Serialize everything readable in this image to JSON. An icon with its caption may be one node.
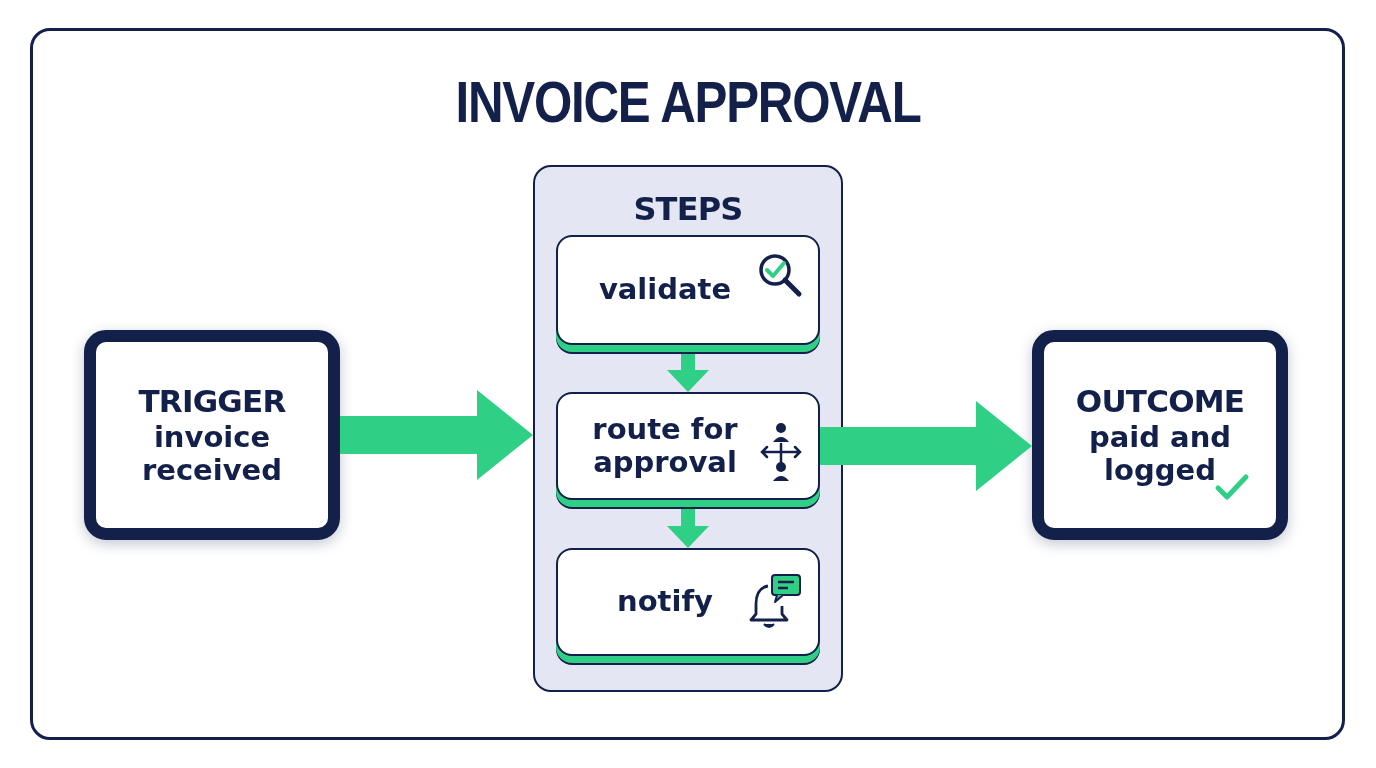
{
  "diagram": {
    "title": "INVOICE APPROVAL",
    "nodes": [
      {
        "text": [
          "TRIGGER",
          "invoice received"
        ]
      },
      {
        "text": [
          "STEPS"
        ]
      },
      {
        "text": [
          "validate"
        ],
        "in": 1
      },
      {
        "text": [
          "route for approval"
        ],
        "in": 1
      },
      {
        "text": [
          "notify"
        ],
        "in": 1
      },
      {
        "text": [
          "OUTCOME",
          "paid and logged"
        ]
      }
    ],
    "edges": [
      {
        "from": 0,
        "to": 1,
        "arrow": "to",
        "style": "thick"
      },
      {
        "from": 2,
        "to": 3,
        "arrow": "to"
      },
      {
        "from": 3,
        "to": 4,
        "arrow": "to"
      },
      {
        "from": 3,
        "to": 5,
        "arrow": "to",
        "style": "thick"
      }
    ]
  }
}
